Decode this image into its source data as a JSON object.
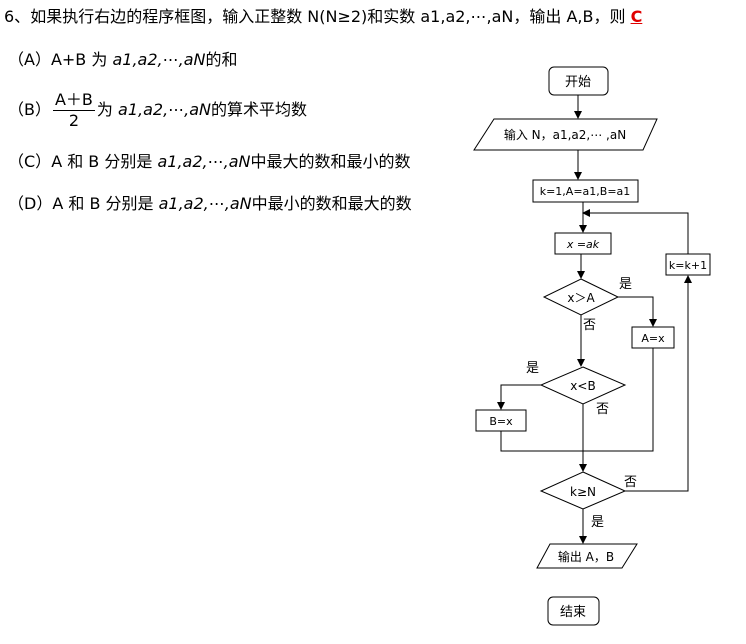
{
  "question": {
    "number_prefix": "6、",
    "text": "如果执行右边的程序框图，输入正整数 N(N≥2)和实数 a1,a2,⋯,aN，输出 A,B，则",
    "answer": "C"
  },
  "options": [
    {
      "label": "（A）",
      "pre": "A+B 为 ",
      "seq": "a1,a2,⋯,aN",
      "post": "的和"
    },
    {
      "label": "（B）",
      "frac_num": "A＋B",
      "frac_den": "2",
      "pre": "为 ",
      "seq": "a1,a2,⋯,aN",
      "post": "的算术平均数"
    },
    {
      "label": "（C）",
      "pre": "A 和 B 分别是 ",
      "seq": "a1,a2,⋯,aN",
      "post": "中最大的数和最小的数"
    },
    {
      "label": "（D）",
      "pre": "A 和 B 分别是 ",
      "seq": "a1,a2,⋯,aN",
      "post": "中最小的数和最大的数"
    }
  ],
  "flowchart": {
    "start": "开始",
    "input": "输入 N，a1,a2,⋯ ,aN",
    "init": "k=1,A=a1,B=a1",
    "assign_x": "x =ak",
    "cond1": "x＞A",
    "cond1_yes": "是",
    "cond1_no": "否",
    "assign_A": "A=x",
    "cond2": "x<B",
    "cond2_yes": "是",
    "cond2_no": "否",
    "assign_B": "B=x",
    "cond3": "k≥N",
    "cond3_yes": "是",
    "cond3_no": "否",
    "increment": "k=k+1",
    "output": "输出 A，B",
    "end": "结束"
  }
}
